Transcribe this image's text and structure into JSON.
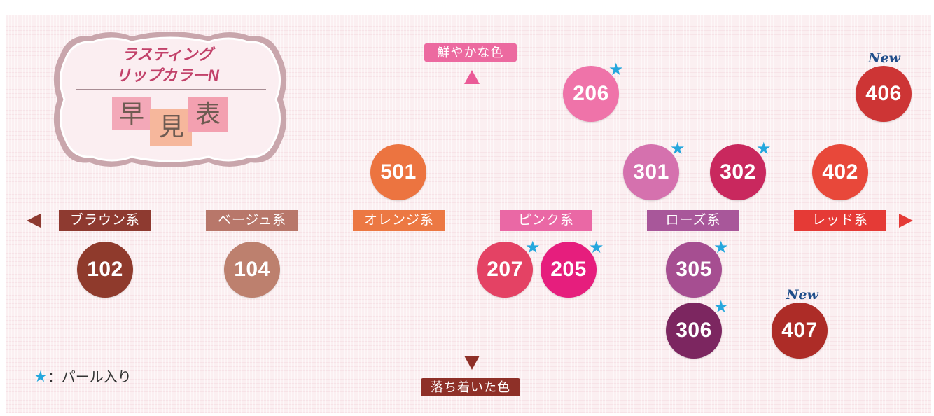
{
  "badge": {
    "line1": "ラスティング",
    "line2": "リップカラーN",
    "kanji": [
      "早",
      "見",
      "表"
    ]
  },
  "vertical_axis": {
    "top": "鮮やかな色",
    "bottom": "落ち着いた色"
  },
  "categories": [
    {
      "label": "ブラウン系",
      "color": "#8e3a30"
    },
    {
      "label": "ベージュ系",
      "color": "#b8776a"
    },
    {
      "label": "オレンジ系",
      "color": "#ec7843"
    },
    {
      "label": "ピンク系",
      "color": "#ea68a5"
    },
    {
      "label": "ローズ系",
      "color": "#a8579a"
    },
    {
      "label": "レッド系",
      "color": "#e53a36"
    }
  ],
  "swatches": [
    {
      "code": "206",
      "color": "#ef73a9",
      "pearl": true
    },
    {
      "code": "406",
      "color": "#cd3535",
      "pearl": false,
      "new": true
    },
    {
      "code": "501",
      "color": "#ec7440",
      "pearl": false
    },
    {
      "code": "301",
      "color": "#d571ae",
      "pearl": true
    },
    {
      "code": "302",
      "color": "#c9285e",
      "pearl": true
    },
    {
      "code": "402",
      "color": "#e8483a",
      "pearl": false
    },
    {
      "code": "102",
      "color": "#8f3a2c",
      "pearl": false
    },
    {
      "code": "104",
      "color": "#bd806e",
      "pearl": false
    },
    {
      "code": "207",
      "color": "#e44264",
      "pearl": true
    },
    {
      "code": "205",
      "color": "#e61e7d",
      "pearl": true
    },
    {
      "code": "305",
      "color": "#a64e91",
      "pearl": true
    },
    {
      "code": "306",
      "color": "#7c2660",
      "pearl": true
    },
    {
      "code": "407",
      "color": "#ad2c27",
      "pearl": false,
      "new": true
    }
  ],
  "new_label": "New",
  "legend": {
    "star": "★",
    "text": "：パール入り"
  },
  "colors": {
    "pearl_star": "#25a7dd",
    "vertical_axis": "#d43f78",
    "vertical_bottom": "#8e3028"
  }
}
